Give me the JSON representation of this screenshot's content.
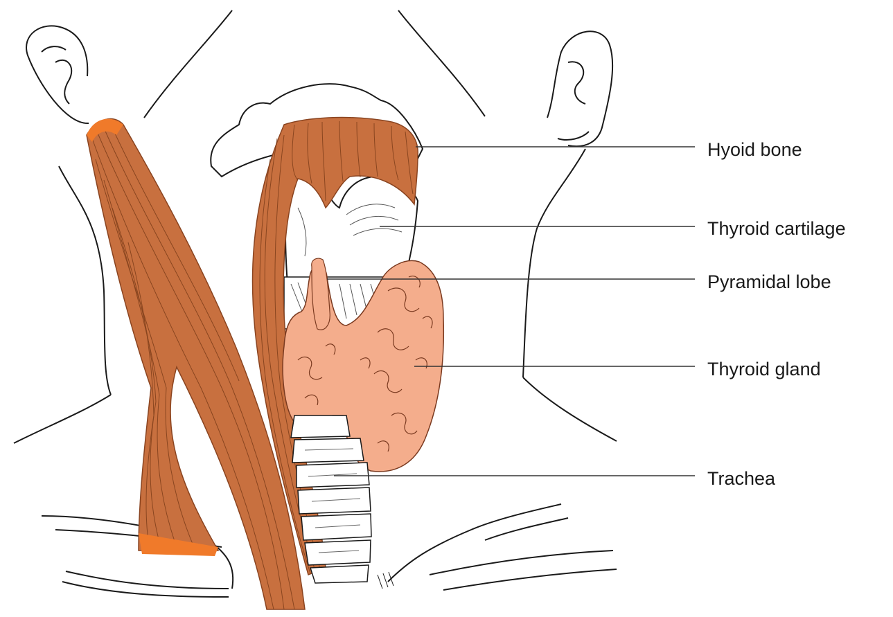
{
  "labels": {
    "hyoid_bone": "Hyoid bone",
    "thyroid_cartilage": "Thyroid cartilage",
    "pyramidal_lobe": "Pyramidal lobe",
    "thyroid_gland": "Thyroid gland",
    "trachea": "Trachea"
  },
  "colors": {
    "outline": "#1a1a1a",
    "muscle": "#c8703f",
    "muscle_dark": "#8a4420",
    "muscle_end": "#f07a2a",
    "gland": "#f4ad8c",
    "gland_line": "#7a3a20",
    "cartilage": "#ffffff",
    "leader_line": "#333333"
  }
}
